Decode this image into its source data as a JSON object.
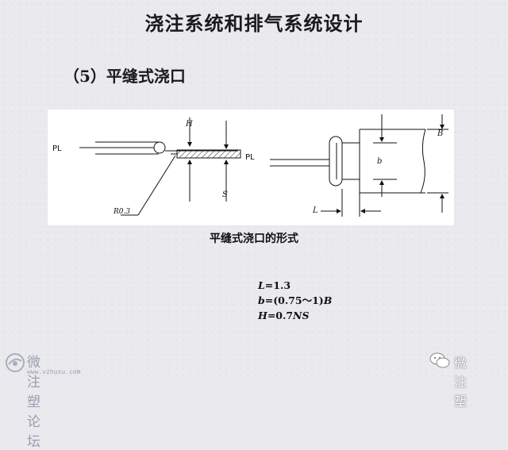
{
  "slide": {
    "title": "浇注系统和排气系统设计",
    "subtitle": "（5）平缝式浇口",
    "caption": "平缝式浇口的形式"
  },
  "figure": {
    "labels": {
      "pl_left": "PL",
      "pl_mid": "PL",
      "h": "H",
      "s": "S",
      "r": "R0.3",
      "b_small": "b",
      "b_big": "B",
      "l": "L"
    }
  },
  "formulas": {
    "l_var": "L",
    "l_rest": "=1.3",
    "b_var": "b",
    "b_mid": "=(0.75～1)",
    "b_end": "B",
    "h_var": "H",
    "h_rest": "=0.7",
    "h_end": "NS"
  },
  "watermarks": {
    "left_name": "微注塑论坛",
    "left_url": "www.vzhusu.com",
    "right_name": "微注塑"
  }
}
